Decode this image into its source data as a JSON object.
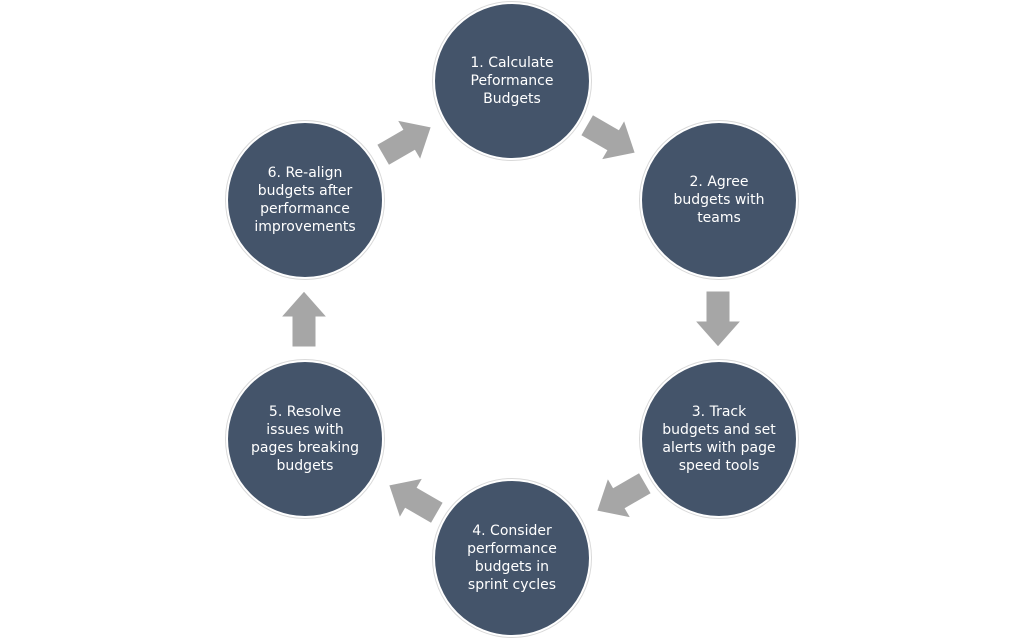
{
  "diagram": {
    "type": "cycle",
    "node_color": "#44546a",
    "arrow_color": "#a6a6a6",
    "steps": [
      {
        "label": "1. Calculate\nPeformance\nBudgets"
      },
      {
        "label": "2. Agree\nbudgets with\nteams"
      },
      {
        "label": "3. Track\nbudgets and set\nalerts with page\nspeed tools"
      },
      {
        "label": "4. Consider\nperformance\nbudgets in\nsprint cycles"
      },
      {
        "label": "5. Resolve\nissues with\npages breaking\nbudgets"
      },
      {
        "label": "6. Re-align\nbudgets after\nperformance\nimprovements"
      }
    ],
    "flow": [
      {
        "from": 1,
        "to": 2
      },
      {
        "from": 2,
        "to": 3
      },
      {
        "from": 3,
        "to": 4
      },
      {
        "from": 4,
        "to": 5
      },
      {
        "from": 5,
        "to": 6
      },
      {
        "from": 6,
        "to": 1
      }
    ]
  }
}
